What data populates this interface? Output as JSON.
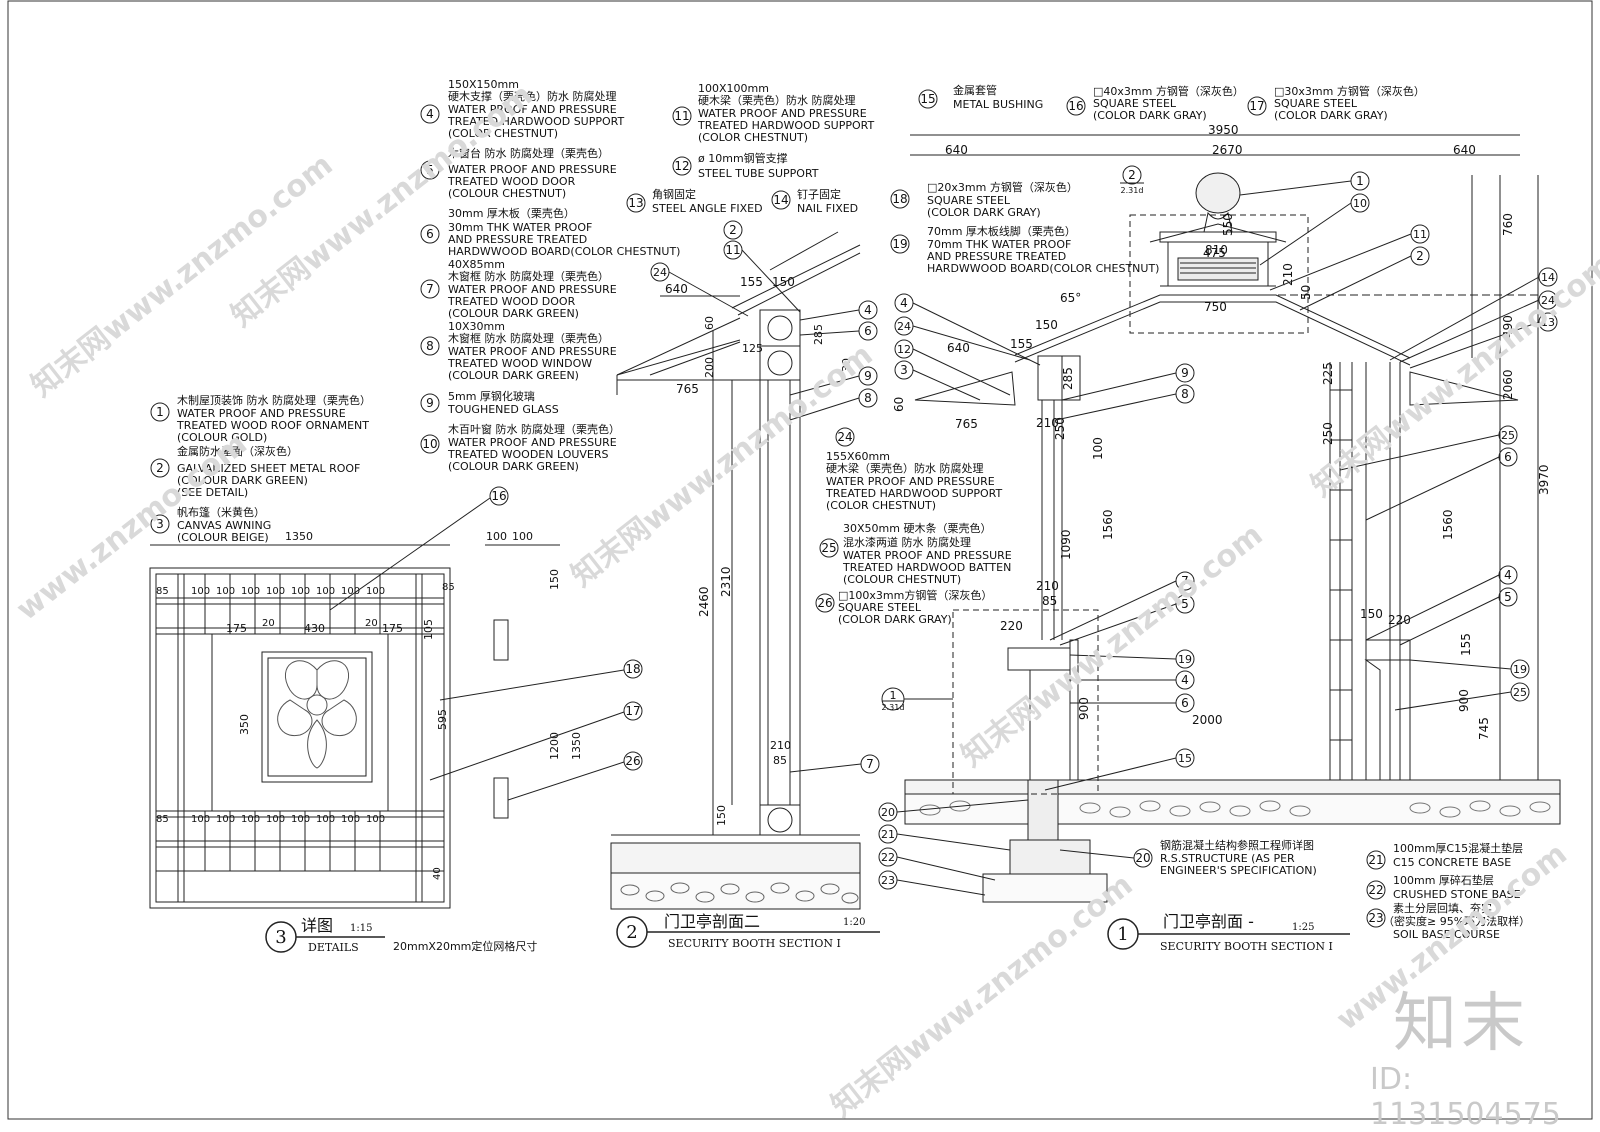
{
  "legend_left": {
    "items": [
      {
        "no": "1",
        "cn": "木制屋顶装饰 防水 防腐处理（栗壳色）",
        "en1": "WATER PROOF AND PRESSURE",
        "en2": "TREATED WOOD ROOF ORNAMENT",
        "en3": "(COLOUR GOLD)"
      },
      {
        "no": "2",
        "cn": "金属防水屋面（深灰色）",
        "en1": "GALVANIZED SHEET METAL ROOF",
        "en2": "(COLOUR DARK GREEN)",
        "en3": "(SEE DETAIL)"
      },
      {
        "no": "3",
        "cn": "帆布篷（米黄色）",
        "en1": "CANVAS AWNING",
        "en2": "(COLOUR BEIGE)",
        "en3": ""
      }
    ]
  },
  "legend_mid": {
    "items": [
      {
        "no": "4",
        "size": "150X150mm",
        "cn": "硬木支撑（栗壳色）防水 防腐处理",
        "en1": "WATER PROOF AND PRESSURE",
        "en2": "TREATED HARDWOOD SUPPORT",
        "en3": "(COLOR CHESTNUT)"
      },
      {
        "no": "5",
        "size": "",
        "cn": "木窗台 防水 防腐处理（栗壳色）",
        "en1": "WATER PROOF AND PRESSURE",
        "en2": "TREATED WOOD DOOR",
        "en3": "(COLOUR CHESTNUT)"
      },
      {
        "no": "6",
        "size": "30mm 厚木板（栗壳色）",
        "cn": "30mm THK WATER PROOF",
        "en1": "AND PRESSURE TREATED",
        "en2": "HARDWWOOD BOARD(COLOR CHESTNUT)",
        "en3": ""
      },
      {
        "no": "7",
        "size": "40X85mm",
        "cn": "木窗框 防水 防腐处理（栗壳色）",
        "en1": "WATER PROOF AND PRESSURE",
        "en2": "TREATED WOOD DOOR",
        "en3": "(COLOUR DARK GREEN)"
      },
      {
        "no": "8",
        "size": "10X30mm",
        "cn": "木窗框 防水 防腐处理（栗壳色）",
        "en1": "WATER PROOF AND PRESSURE",
        "en2": "TREATED WOOD WINDOW",
        "en3": "(COLOUR DARK GREEN)"
      },
      {
        "no": "9",
        "size": "",
        "cn": "5mm 厚钢化玻璃",
        "en1": "TOUGHENED GLASS",
        "en2": "",
        "en3": ""
      },
      {
        "no": "10",
        "size": "",
        "cn": "木百叶窗 防水 防腐处理（栗壳色）",
        "en1": "WATER PROOF AND PRESSURE",
        "en2": "TREATED WOODEN LOUVERS",
        "en3": "(COLOUR DARK GREEN)"
      }
    ]
  },
  "legend_top": {
    "item11": {
      "no": "11",
      "size": "100X100mm",
      "cn": "硬木梁（栗壳色）防水 防腐处理",
      "en1": "WATER PROOF AND PRESSURE",
      "en2": "TREATED HARDWOOD SUPPORT",
      "en3": "(COLOR CHESTNUT)"
    },
    "item12": {
      "no": "12",
      "cn": "ø 10mm钢管支撑",
      "en1": "STEEL TUBE SUPPORT"
    },
    "item13": {
      "no": "13",
      "cn": "角钢固定",
      "en1": "STEEL ANGLE FIXED"
    },
    "item14": {
      "no": "14",
      "cn": "钉子固定",
      "en1": "NAIL FIXED"
    },
    "item15": {
      "no": "15",
      "cn": "金属套管",
      "en1": "METAL BUSHING"
    },
    "item16": {
      "no": "16",
      "cn": "□40x3mm 方钢管（深灰色）",
      "en1": "SQUARE STEEL",
      "en2": "(COLOR DARK GRAY)"
    },
    "item17": {
      "no": "17",
      "cn": "□30x3mm 方钢管（深灰色）",
      "en1": "SQUARE STEEL",
      "en2": "(COLOR DARK GRAY)"
    },
    "item18": {
      "no": "18",
      "cn": "□20x3mm 方钢管（深灰色）",
      "en1": "SQUARE STEEL",
      "en2": "(COLOR DARK GRAY)"
    },
    "item19": {
      "no": "19",
      "cn": "70mm 厚木板线脚（栗壳色）",
      "en1": "70mm THK WATER PROOF",
      "en2": "AND PRESSURE TREATED",
      "en3": "HARDWWOOD BOARD(COLOR CHESTNUT)"
    }
  },
  "legend_center": {
    "item24": {
      "no": "24",
      "size": "155X60mm",
      "cn": "硬木梁（栗壳色）防水 防腐处理",
      "en1": "WATER PROOF AND PRESSURE",
      "en2": "TREATED HARDWOOD SUPPORT",
      "en3": "(COLOR CHESTNUT)"
    },
    "item25": {
      "no": "25",
      "size": "30X50mm 硬木条（栗壳色）",
      "cn": "混水漆两道 防水 防腐处理",
      "en1": "WATER PROOF AND PRESSURE",
      "en2": "TREATED HARDWOOD BATTEN",
      "en3": "(COLOUR CHESTNUT)"
    },
    "item26": {
      "no": "26",
      "cn": "□100x3mm方钢管（深灰色）",
      "en1": "SQUARE STEEL",
      "en2": "(COLOR DARK GRAY)"
    }
  },
  "legend_base": {
    "item20": {
      "no": "20",
      "cn": "钢筋混凝土结构参照工程师详图",
      "en1": "R.S.STRUCTURE (AS PER",
      "en2": "ENGINEER'S SPECIFICATION)"
    },
    "item21": {
      "no": "21",
      "cn": "100mm厚C15混凝土垫层",
      "en1": "C15 CONCRETE BASE"
    },
    "item22": {
      "no": "22",
      "cn": "100mm 厚碎石垫层",
      "en1": "CRUSHED STONE BASE"
    },
    "item23": {
      "no": "23",
      "cn": "素土分层回填、夯实",
      "en1": "（密实度≥ 95%环刀法取样）",
      "en2": "SOIL BASE COURSE"
    }
  },
  "titles": {
    "t3": {
      "no": "3",
      "cn": "详图",
      "scale": "1:15",
      "en": "DETAILS",
      "note": "20mmX20mm定位网格尺寸"
    },
    "t2": {
      "no": "2",
      "cn": "门卫亭剖面二",
      "scale": "1:20",
      "en": "SECURITY BOOTH SECTION I"
    },
    "t1": {
      "no": "1",
      "cn": "门卫亭剖面 -",
      "scale": "1:25",
      "en": "SECURITY BOOTH SECTION I"
    }
  },
  "detail_ref": {
    "no": "2",
    "sheet": "2.31d"
  },
  "detail_ref_low": {
    "no": "1",
    "sheet": "2.31d"
  },
  "dims_top": {
    "total": "3950",
    "left": "640",
    "mid": "2670",
    "right": "640",
    "d760": "760",
    "d3970": "3970",
    "d490": "490",
    "d2060": "2060",
    "d1560r": "1560",
    "d900r": "900",
    "d745": "745",
    "d155": "155"
  },
  "dims_section1": {
    "d810": "810",
    "d475": "475",
    "d550": "550",
    "d210": "210",
    "d50": "50",
    "d750": "750",
    "d65": "65°",
    "d155": "155",
    "d150": "150",
    "d640": "640",
    "d765": "765",
    "d285": "285",
    "d60": "60",
    "d210b": "210",
    "d250": "250",
    "d100": "100",
    "d1090": "1090",
    "d1560": "1560",
    "d210c": "210",
    "d85": "85",
    "d220": "220",
    "d900": "900",
    "d2000": "2000",
    "d225": "225",
    "d250a": "250",
    "d150b": "150",
    "d220b": "220"
  },
  "dims_section2": {
    "d640": "640",
    "d155": "155",
    "d150": "150",
    "d60": "60",
    "d200": "200",
    "d765": "765",
    "d285": "285",
    "d30": "30",
    "d125": "125",
    "d2460": "2460",
    "d2310": "2310",
    "d210": "210",
    "d85": "85"
  },
  "dims_detail": {
    "w1350": "1350",
    "w100a": "100",
    "w100b": "100",
    "d175a": "175",
    "d430": "430",
    "d175b": "175",
    "d20": "20",
    "d350": "350",
    "d595": "595",
    "d1200": "1200",
    "d1350": "1350",
    "d150": "150",
    "d105": "105",
    "d85": "85",
    "d100": "100",
    "d40": "40"
  },
  "watermarks": [
    "知末网www.znzmo.com",
    "知末网www.znzmo.com",
    "知末网www.znzmo.com",
    "知末网www.znzmo.com",
    "知末网www.znzmo.com",
    "知末网www.znzmo.com",
    "www.znzmo.com",
    "www.znzmo.com"
  ],
  "brand": {
    "name": "知末",
    "id": "ID: 1131504575"
  }
}
